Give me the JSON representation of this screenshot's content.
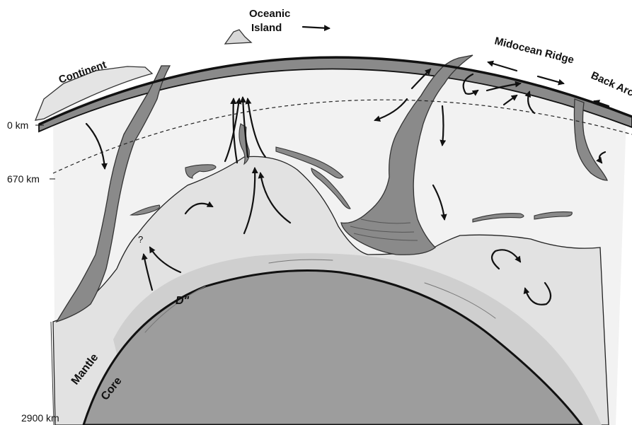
{
  "labels": {
    "oceanic_island": [
      "Oceanic",
      "Island"
    ],
    "continent": "Continent",
    "midocean_ridge": "Midocean Ridge",
    "back_arc": "Back Arc",
    "d_double_prime": "D\"",
    "mantle": "Mantle",
    "core": "Core",
    "question_mark": "?"
  },
  "depths": {
    "surface": "0 km",
    "transition": "670 km",
    "cmb": "2900 km"
  },
  "colors": {
    "mantle_upper": "#f2f2f2",
    "mantle_lower": "#e2e2e2",
    "d_layer": "#cfcfcf",
    "core": "#9d9d9d",
    "slab": "#8a8a8a",
    "lithosphere": "#8a8a8a",
    "outline": "#111111"
  }
}
